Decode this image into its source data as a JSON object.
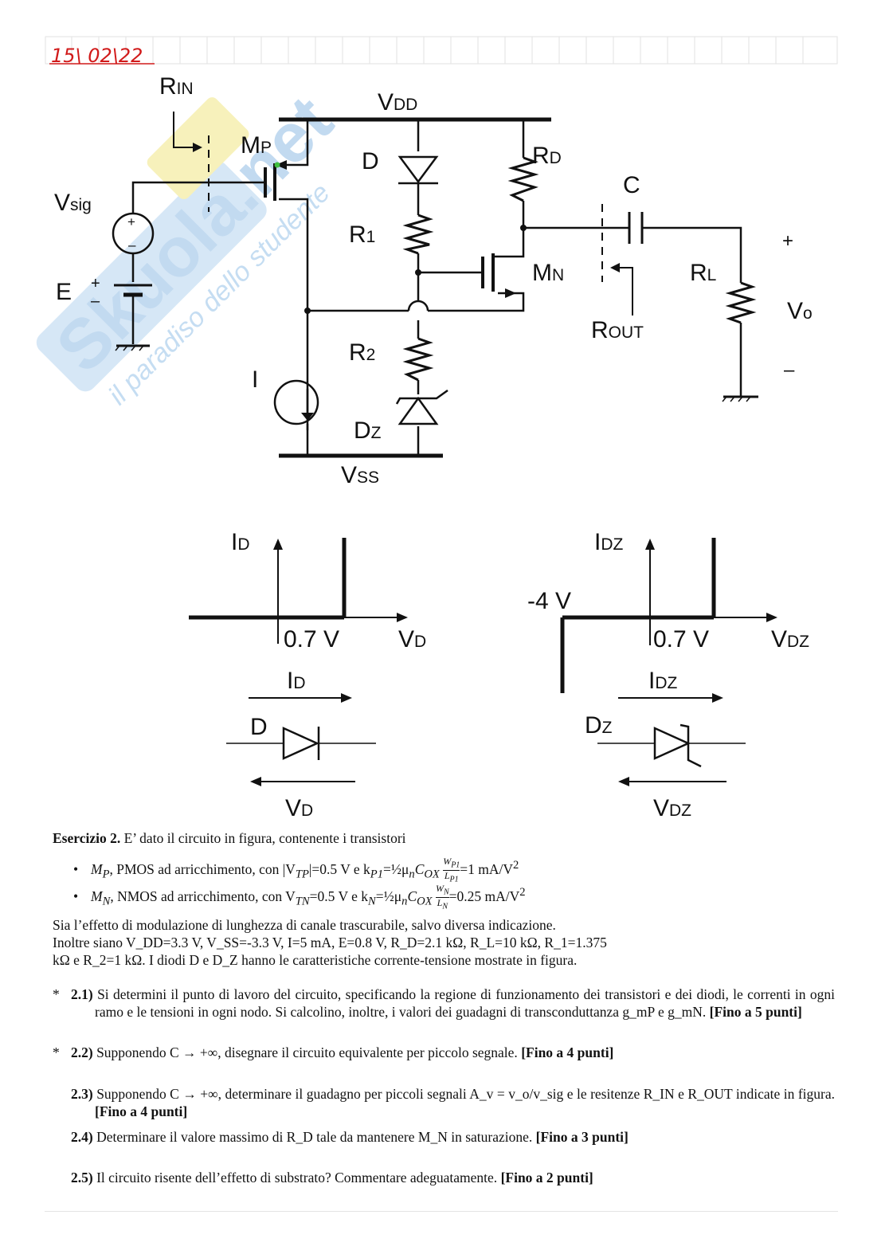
{
  "handwritten_date": "15\\ 02\\22",
  "watermark": {
    "brand": "Skuola.net",
    "tagline": "il paradiso dello studente"
  },
  "circuit": {
    "labels": {
      "rin": "R",
      "rin_sub": "IN",
      "vdd": "V",
      "vdd_sub": "DD",
      "mp": "M",
      "mp_sub": "P",
      "d": "D",
      "rd": "R",
      "rd_sub": "D",
      "c": "C",
      "vsig": "V",
      "vsig_sub": "sig",
      "r1": "R",
      "r1_sub": "1",
      "mn": "M",
      "mn_sub": "N",
      "rl": "R",
      "rl_sub": "L",
      "plus": "+",
      "minus": "–",
      "vo": "V",
      "vo_sub": "o",
      "e": "E",
      "rout": "R",
      "rout_sub": "OUT",
      "r2": "R",
      "r2_sub": "2",
      "i": "I",
      "dz": "D",
      "dz_sub": "Z",
      "vss": "V",
      "vss_sub": "SS"
    }
  },
  "diode_char": {
    "ylabel": "I",
    "ylabel_sub": "D",
    "threshold": "0.7 V",
    "xlabel": "V",
    "xlabel_sub": "D",
    "current": "I",
    "current_sub": "D",
    "symbol": "D",
    "voltage": "V",
    "voltage_sub": "D"
  },
  "zener_char": {
    "ylabel": "I",
    "ylabel_sub": "DZ",
    "breakdown": "-4 V",
    "threshold": "0.7 V",
    "xlabel": "V",
    "xlabel_sub": "DZ",
    "current": "I",
    "current_sub": "DZ",
    "symbol": "D",
    "symbol_sub": "Z",
    "voltage": "V",
    "voltage_sub": "DZ"
  },
  "exercise": {
    "title": "Esercizio 2.",
    "intro": "E’ dato il circuito in figura, contenente i transistori",
    "bullet1": {
      "name": "M",
      "name_sub": "P",
      "text1": ", PMOS ad arricchimento, con |V",
      "vt_sub": "TP",
      "text2": "|=0.5 V e k",
      "k_sub": "P1",
      "text3": "=½μ",
      "mu_sub": "n",
      "text4": "C",
      "cox_sub": "OX",
      "frac_num": "W",
      "frac_num_sub": "P1",
      "frac_den": "L",
      "frac_den_sub": "P1",
      "value": "=1 mA/V",
      "exp": "2"
    },
    "bullet2": {
      "name": "M",
      "name_sub": "N",
      "text1": ", NMOS ad arricchimento, con V",
      "vt_sub": "TN",
      "text2": "=0.5 V e k",
      "k_sub": "N",
      "text3": "=½μ",
      "mu_sub": "n",
      "text4": "C",
      "cox_sub": "OX",
      "frac_num": "W",
      "frac_num_sub": "N",
      "frac_den": "L",
      "frac_den_sub": "N",
      "value": "=0.25 mA/V",
      "exp": "2"
    },
    "para_line1": "Sia l’effetto di modulazione di lunghezza di canale trascurabile, salvo diversa indicazione.",
    "para_line2": "Inoltre siano V_DD=3.3 V, V_SS=-3.3 V, I=5 mA, E=0.8 V, R_D=2.1 kΩ, R_L=10 kΩ, R_1=1.375",
    "para_line3": "kΩ e R_2=1 kΩ. I diodi D e D_Z hanno le caratteristiche corrente-tensione mostrate in figura.",
    "questions": [
      {
        "star": "*",
        "num": "2.1)",
        "text": "Si determini il punto di lavoro del circuito, specificando la regione di funzionamento dei transistori e dei diodi, le correnti in ogni ramo e le tensioni in ogni nodo. Si calcolino, inoltre, i valori dei guadagni di transconduttanza g_mP e g_mN.",
        "points": "[Fino a 5 punti]"
      },
      {
        "star": "*",
        "num": "2.2)",
        "text": "Supponendo C → +∞, disegnare il circuito equivalente per piccolo segnale.",
        "points": "[Fino a 4 punti]"
      },
      {
        "star": "",
        "num": "2.3)",
        "text": "Supponendo C → +∞, determinare il guadagno per piccoli segnali A_v = v_o/v_sig e le resitenze R_IN e R_OUT indicate in figura.",
        "points": "[Fino a 4 punti]"
      },
      {
        "star": "",
        "num": "2.4)",
        "text": "Determinare il valore massimo di R_D tale da mantenere M_N in saturazione.",
        "points": "[Fino a 3 punti]"
      },
      {
        "star": "",
        "num": "2.5)",
        "text": "Il circuito risente dell’effetto di substrato? Commentare adeguatamente.",
        "points": "[Fino a 2 punti]"
      }
    ]
  },
  "colors": {
    "ink": "#111111",
    "handwriting": "#d11a1a",
    "watermark_blue": "#bcd8f0",
    "watermark_yellow": "#f6efb0",
    "grid": "#e2e2e2",
    "node_green": "#3fbf3f"
  }
}
